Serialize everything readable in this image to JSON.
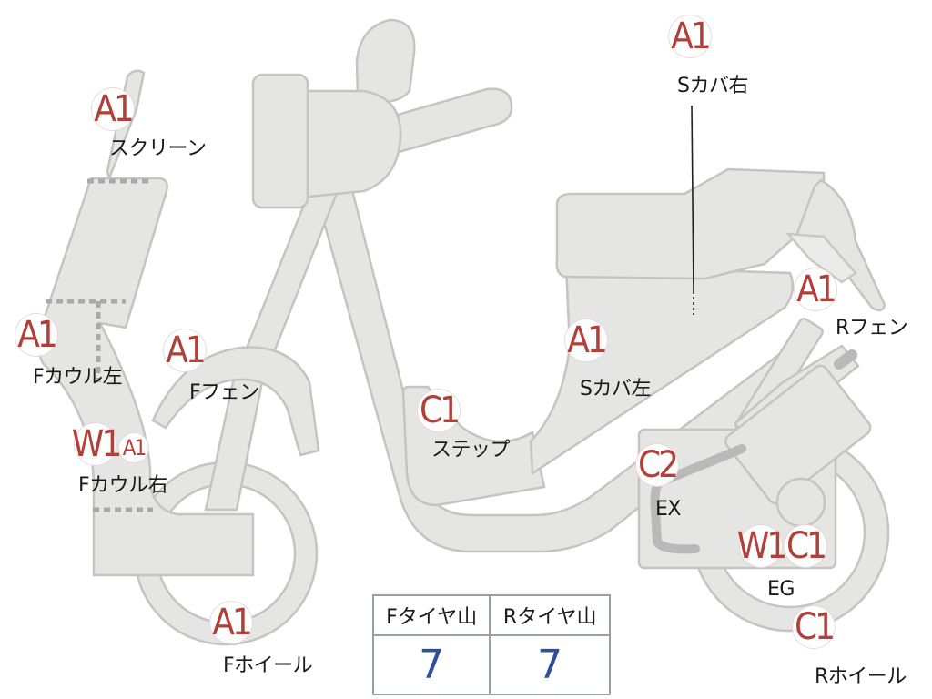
{
  "parts": [
    {
      "id": "screen",
      "code": "A1",
      "label": "スクリーン"
    },
    {
      "id": "s-cover-right",
      "code": "A1",
      "label": "Sカバ右"
    },
    {
      "id": "f-cowl-left",
      "code": "A1",
      "label": "Fカウル左"
    },
    {
      "id": "f-fender",
      "code": "A1",
      "label": "Fフェン"
    },
    {
      "id": "r-fender",
      "code": "A1",
      "label": "Rフェン"
    },
    {
      "id": "s-cover-left",
      "code": "A1",
      "label": "Sカバ左"
    },
    {
      "id": "step",
      "code": "C1",
      "label": "ステップ"
    },
    {
      "id": "f-cowl-right",
      "codes": [
        "W1",
        "A1"
      ],
      "label": "Fカウル右"
    },
    {
      "id": "exhaust",
      "code": "C2",
      "label": "EX"
    },
    {
      "id": "engine",
      "codes": [
        "W1",
        "C1"
      ],
      "label": "EG"
    },
    {
      "id": "f-wheel",
      "code": "A1",
      "label": "Fホイール"
    },
    {
      "id": "r-wheel",
      "code": "C1",
      "label": "Rホイール"
    }
  ],
  "tire_table": {
    "headers": [
      "Fタイヤ山",
      "Rタイヤ山"
    ],
    "values": [
      "7",
      "7"
    ]
  },
  "colors": {
    "badge_text": "#b0403a",
    "tire_value": "#2e4f9a",
    "part_fill": "#e5e5e3",
    "table_border": "#9aa0a8"
  }
}
